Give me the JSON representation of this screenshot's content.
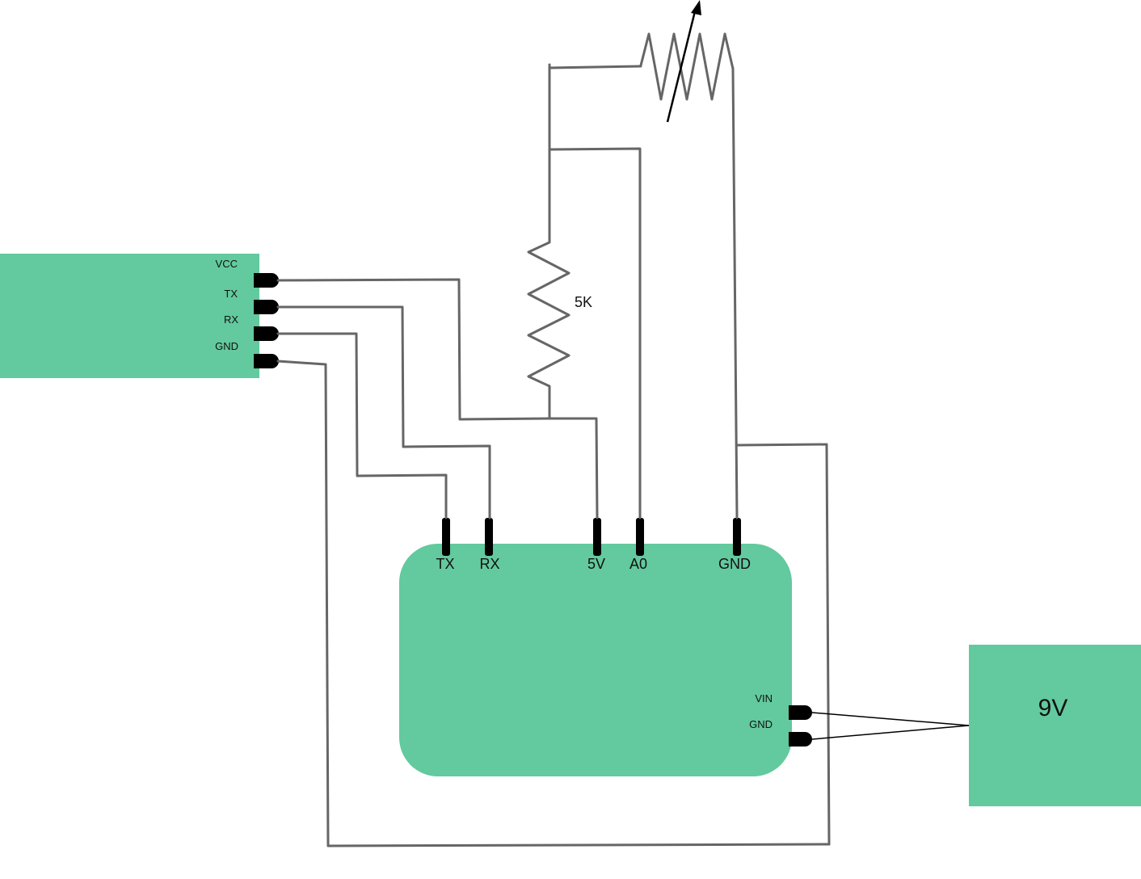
{
  "colors": {
    "module": "#63c99e",
    "wire": "#666666",
    "pin": "#000000"
  },
  "bt_module": {
    "pins": [
      "VCC",
      "TX",
      "RX",
      "GND"
    ]
  },
  "arduino": {
    "top_pins": [
      "TX",
      "RX",
      "5V",
      "A0",
      "GND"
    ],
    "side_pins": [
      "VIN",
      "GND"
    ]
  },
  "resistor": {
    "label": "5K"
  },
  "battery": {
    "label": "9V"
  }
}
